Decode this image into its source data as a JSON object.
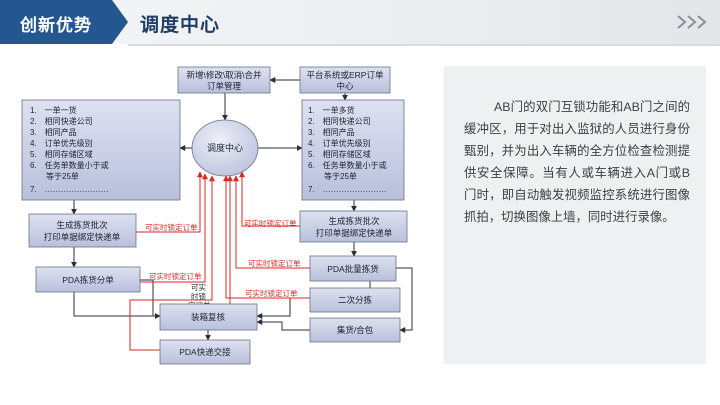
{
  "header": {
    "tag": "创新优势",
    "title": "调度中心",
    "more_icon": "triple-chevron-right-icon"
  },
  "diagram": {
    "center": "调度中心",
    "top_left_box": [
      "新增\\修改\\取消\\合并",
      "订单管理"
    ],
    "top_right_box": [
      "平台系统或ERP订单",
      "中心"
    ],
    "left_list": [
      "1.　一单一货",
      "2.　相同快递公司",
      "3.　相同产品",
      "4.　订单优先级别",
      "5.　相同存储区域",
      "6.　任务单数量小于或",
      "　　等于25单",
      "7.　……………………"
    ],
    "right_list": [
      "1.　一单多货",
      "2.　相同快递公司",
      "3.　相同产品",
      "4.　订单优先级别",
      "5.　相同存储区域",
      "6.　任务单数量小于或",
      "　　等于25单",
      "7.　……………………"
    ],
    "left_batch_box": [
      "生成拣货批次",
      "打印单据绑定快递单"
    ],
    "right_batch_box": [
      "生成拣货批次",
      "打印单据绑定快递单"
    ],
    "pda_split": "PDA拣货分单",
    "pda_batch": "PDA批量拣货",
    "second_sort": "二次分拣",
    "pack_check": "装箱复核",
    "collect_pack": "集货/合包",
    "pda_handover": "PDA快递交接",
    "lock_label": "可实时锁定订单",
    "lock_label_split": [
      "可实",
      "时锁",
      "定订单"
    ]
  },
  "panel": {
    "text": "AB门的双门互锁功能和AB门之间的缓冲区，用于对出入监狱的人员进行身份甄别，并为出入车辆的全方位检查检测提供安全保障。当有人或车辆进入A门或B门时，即自动触发视频监控系统进行图像抓拍，切换图像上墙，同时进行录像。"
  },
  "colors": {
    "header_blue": "#24568f",
    "title_navy": "#1f3e66",
    "box_fill": "#c9cfe6",
    "box_stroke": "#6a7284",
    "red_arrow": "#d92a2a",
    "panel_bg": "#eef0f2"
  }
}
